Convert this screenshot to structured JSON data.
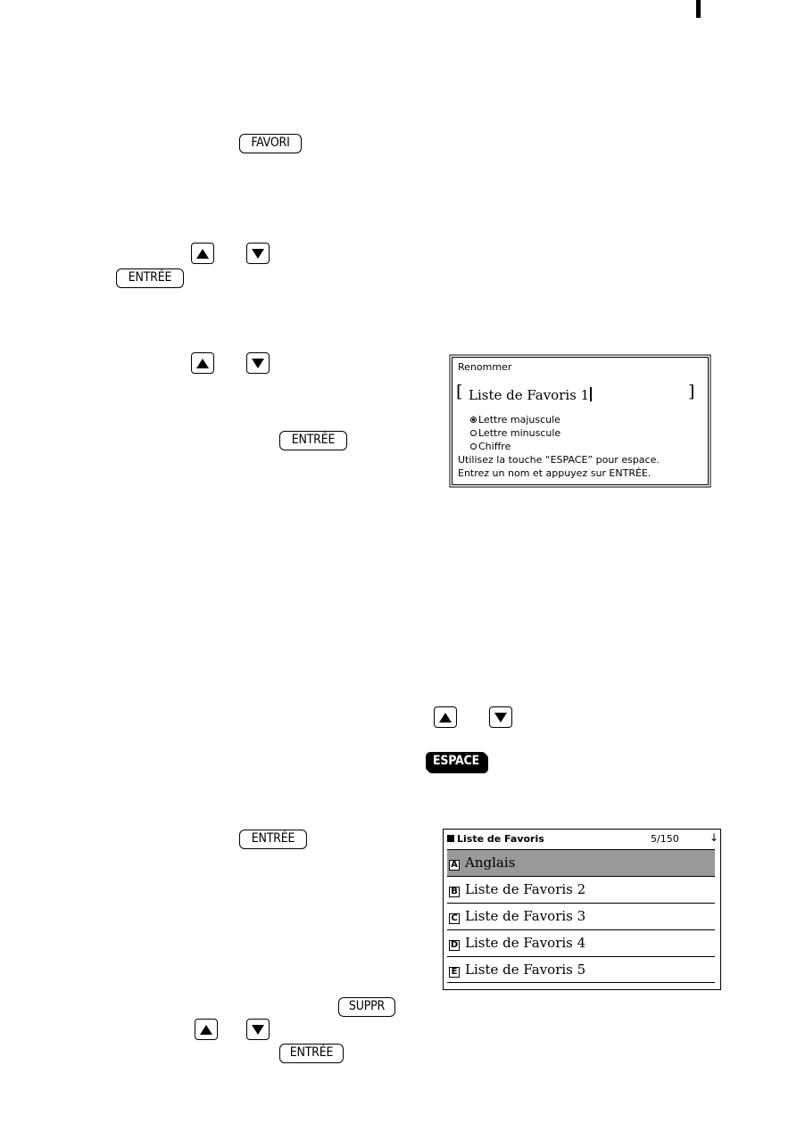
{
  "keys": {
    "favori": "FAVORI",
    "entree": "ENTRÉE",
    "espace": "ESPACE",
    "suppr": "SUPPR"
  },
  "dialog": {
    "title": "Renommer",
    "bracket_open": "[",
    "bracket_close": "]",
    "name_value": "Liste de Favoris 1",
    "options": [
      "Lettre majuscule",
      "Lettre minuscule",
      "Chiffre"
    ],
    "selected_option": 0,
    "line1": "Utilisez la touche “ESPACE” pour espace.",
    "line2": "Entrez un nom et appuyez sur ENTRÉE."
  },
  "favlist": {
    "title": "Liste de Favoris",
    "count": "5/150",
    "scroll_symbol": "↓",
    "items": [
      {
        "letter": "A",
        "label": "Anglais"
      },
      {
        "letter": "B",
        "label": "Liste de Favoris 2"
      },
      {
        "letter": "C",
        "label": "Liste de Favoris 3"
      },
      {
        "letter": "D",
        "label": "Liste de Favoris 4"
      },
      {
        "letter": "E",
        "label": "Liste de Favoris 5"
      }
    ],
    "selected_index": 0
  },
  "icons": [
    "up-arrow-key-icon",
    "down-arrow-key-icon",
    "radio-icon",
    "scroll-down-icon"
  ]
}
